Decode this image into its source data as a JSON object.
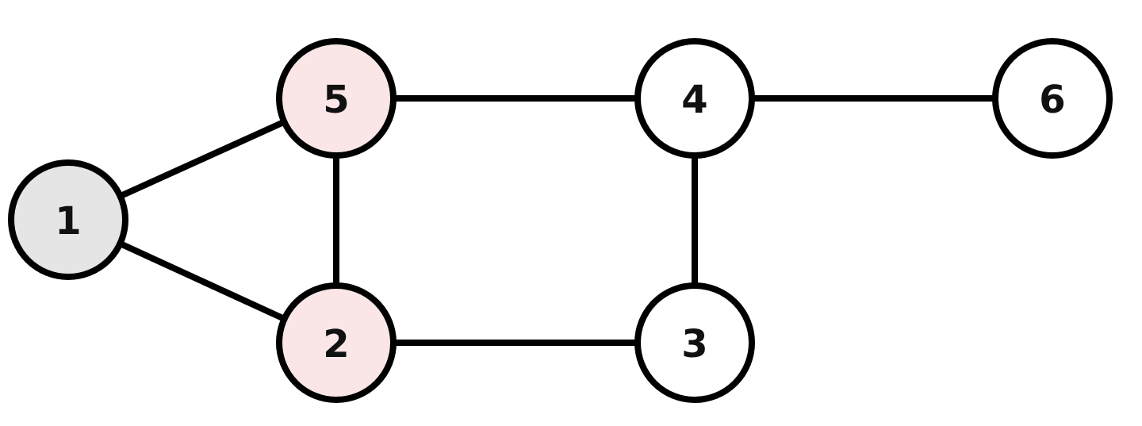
{
  "graph": {
    "nodes": [
      {
        "id": "1",
        "label": "1",
        "fill": "#e5e5e5"
      },
      {
        "id": "5",
        "label": "5",
        "fill": "#fae6e6"
      },
      {
        "id": "2",
        "label": "2",
        "fill": "#fae6e6"
      },
      {
        "id": "4",
        "label": "4",
        "fill": "#ffffff"
      },
      {
        "id": "3",
        "label": "3",
        "fill": "#ffffff"
      },
      {
        "id": "6",
        "label": "6",
        "fill": "#ffffff"
      }
    ],
    "edges": [
      {
        "from": "1",
        "to": "5"
      },
      {
        "from": "1",
        "to": "2"
      },
      {
        "from": "5",
        "to": "2"
      },
      {
        "from": "5",
        "to": "4"
      },
      {
        "from": "2",
        "to": "3"
      },
      {
        "from": "4",
        "to": "3"
      },
      {
        "from": "4",
        "to": "6"
      }
    ],
    "colors": {
      "stroke": "#000000",
      "highlight": "#fae6e6",
      "start": "#e5e5e5",
      "default": "#ffffff"
    }
  }
}
